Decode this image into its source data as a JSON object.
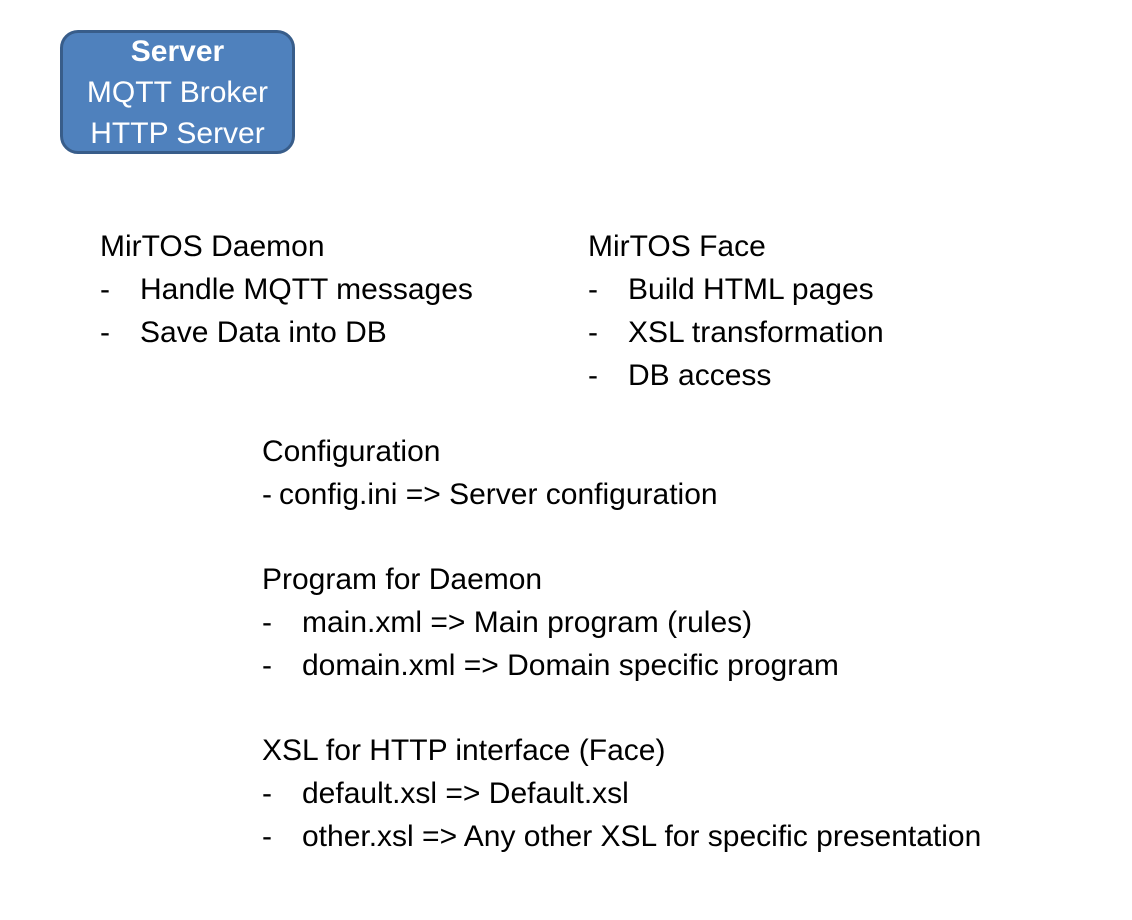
{
  "bullet": "-",
  "colors": {
    "node_fill": "#4f81bd",
    "node_border": "#385d8a",
    "node_text": "#ffffff",
    "body_text": "#000000",
    "background": "#ffffff"
  },
  "server_box": {
    "title": "Server",
    "line1": "MQTT Broker",
    "line2": "HTTP Server"
  },
  "daemon": {
    "title": "MirTOS Daemon",
    "items": [
      "Handle MQTT messages",
      "Save Data into DB"
    ]
  },
  "face": {
    "title": "MirTOS Face",
    "items": [
      "Build HTML pages",
      "XSL transformation",
      "DB access"
    ]
  },
  "configuration": {
    "title": "Configuration",
    "items": [
      "config.ini => Server configuration"
    ]
  },
  "program": {
    "title": "Program for Daemon",
    "items": [
      "main.xml => Main program (rules)",
      "domain.xml => Domain specific program"
    ]
  },
  "xsl": {
    "title": "XSL for HTTP interface (Face)",
    "items": [
      "default.xsl => Default.xsl",
      "other.xsl => Any other XSL for specific presentation"
    ]
  }
}
